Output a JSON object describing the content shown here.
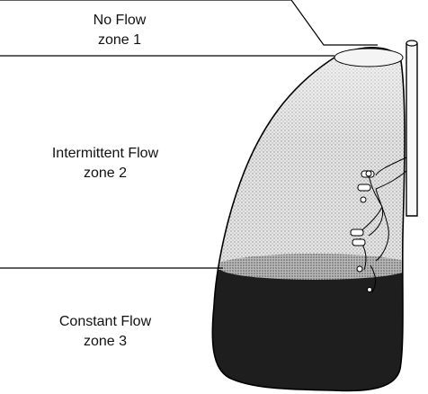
{
  "zones": [
    {
      "name": "No Flow",
      "zone": "zone 1"
    },
    {
      "name": "Intermittent Flow",
      "zone": "zone 2"
    },
    {
      "name": "Constant Flow",
      "zone": "zone 3"
    }
  ],
  "colors": {
    "lung_light": "#dcdcdc",
    "lung_mid": "#bdbdbd",
    "lung_dark": "#1e1e1e",
    "line": "#000000"
  }
}
